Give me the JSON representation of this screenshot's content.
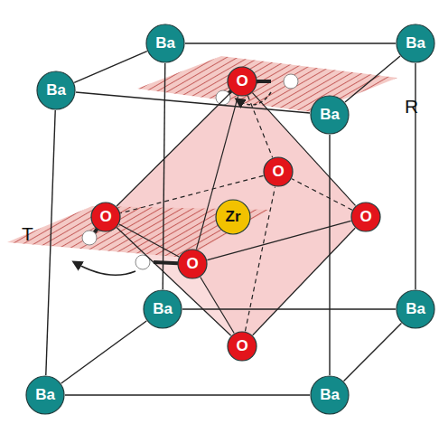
{
  "diagram": {
    "nodes": [
      {
        "text": [
          "Ba"
        ]
      },
      {
        "text": [
          "Ba"
        ]
      },
      {
        "text": [
          "O"
        ]
      },
      {
        "text": [
          "Ba"
        ]
      },
      {
        "text": [
          "Ba"
        ]
      },
      {
        "text": [
          "O"
        ]
      },
      {
        "text": [
          "O"
        ]
      },
      {
        "text": [
          "Zr"
        ]
      },
      {
        "text": [
          "O"
        ]
      },
      {
        "text": [
          "O"
        ]
      },
      {
        "text": [
          "Ba"
        ]
      },
      {
        "text": [
          "Ba"
        ]
      },
      {
        "text": [
          "O"
        ]
      },
      {
        "text": [
          "Ba"
        ]
      },
      {
        "text": [
          "Ba"
        ]
      }
    ],
    "edges": [
      {
        "from": 0,
        "to": 1,
        "arrow": "none"
      },
      {
        "from": 3,
        "to": 4,
        "arrow": "none"
      },
      {
        "from": 0,
        "to": 3,
        "arrow": "none"
      },
      {
        "from": 1,
        "to": 4,
        "arrow": "none"
      },
      {
        "from": 10,
        "to": 11,
        "arrow": "none"
      },
      {
        "from": 13,
        "to": 14,
        "arrow": "none"
      },
      {
        "from": 10,
        "to": 13,
        "arrow": "none"
      },
      {
        "from": 11,
        "to": 14,
        "arrow": "none"
      },
      {
        "from": 0,
        "to": 10,
        "arrow": "none"
      },
      {
        "from": 1,
        "to": 11,
        "arrow": "none"
      },
      {
        "from": 3,
        "to": 13,
        "arrow": "none"
      },
      {
        "from": 4,
        "to": 14,
        "arrow": "none"
      },
      {
        "from": 2,
        "to": 6,
        "arrow": "none"
      },
      {
        "from": 2,
        "to": 9,
        "arrow": "none"
      },
      {
        "from": 2,
        "to": 8,
        "arrow": "none"
      },
      {
        "from": 2,
        "to": 5,
        "arrow": "none"
      },
      {
        "from": 12,
        "to": 6,
        "arrow": "none"
      },
      {
        "from": 12,
        "to": 9,
        "arrow": "none"
      },
      {
        "from": 12,
        "to": 8,
        "arrow": "none"
      },
      {
        "from": 12,
        "to": 5,
        "arrow": "none"
      },
      {
        "from": 6,
        "to": 9,
        "arrow": "none"
      },
      {
        "from": 9,
        "to": 8,
        "arrow": "none"
      },
      {
        "from": 8,
        "to": 5,
        "arrow": "none"
      },
      {
        "from": 5,
        "to": 6,
        "arrow": "none"
      }
    ],
    "labels": [
      "R",
      "T"
    ]
  }
}
